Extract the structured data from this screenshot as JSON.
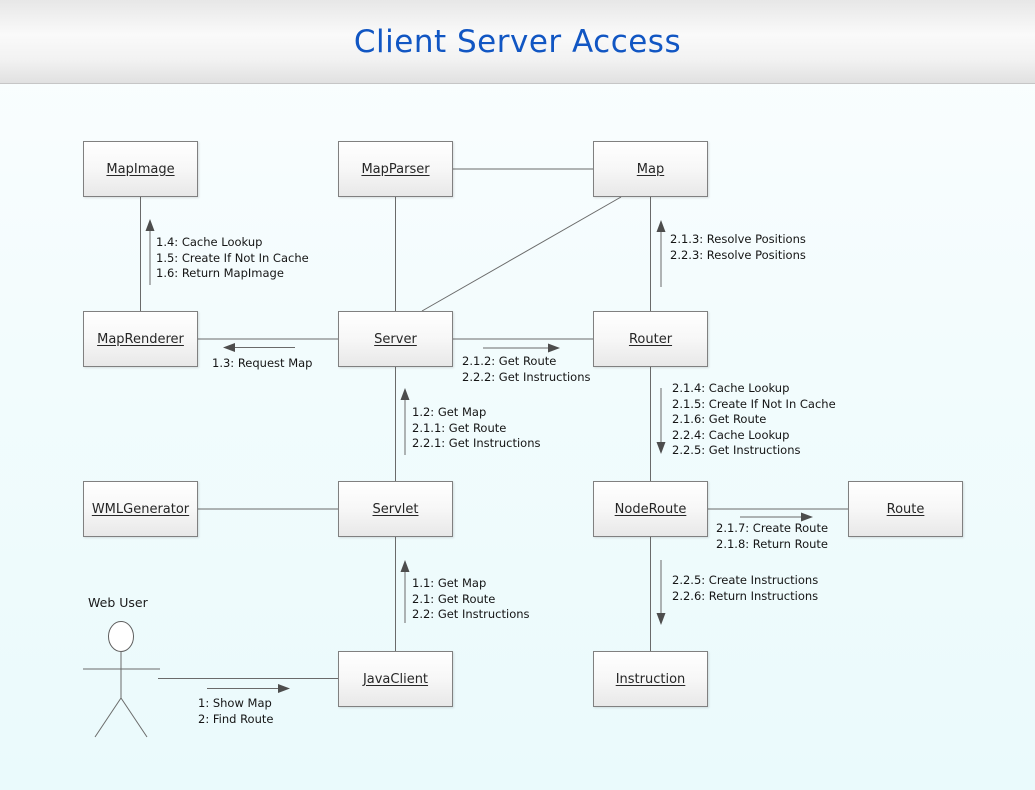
{
  "header": {
    "title": "Client Server Access"
  },
  "actor": {
    "label": "Web User"
  },
  "nodes": {
    "map_image": {
      "label": "MapImage"
    },
    "map_parser": {
      "label": "MapParser"
    },
    "map": {
      "label": "Map"
    },
    "map_renderer": {
      "label": "MapRenderer"
    },
    "server": {
      "label": "Server"
    },
    "router": {
      "label": "Router"
    },
    "wml_generator": {
      "label": "WMLGenerator"
    },
    "servlet": {
      "label": "Servlet"
    },
    "node_route": {
      "label": "NodeRoute"
    },
    "route": {
      "label": "Route"
    },
    "java_client": {
      "label": "JavaClient"
    },
    "instruction": {
      "label": "Instruction"
    }
  },
  "messages": {
    "map_image_cache": {
      "direction": "up",
      "lines": [
        "1.4: Cache Lookup",
        "1.5: Create If Not In Cache",
        "1.6: Return MapImage"
      ]
    },
    "resolve_positions": {
      "direction": "up",
      "lines": [
        "2.1.3: Resolve Positions",
        "2.2.3: Resolve Positions"
      ]
    },
    "request_map": {
      "direction": "left",
      "lines": [
        "1.3: Request Map"
      ]
    },
    "get_route": {
      "direction": "right",
      "lines": [
        "2.1.2: Get Route",
        "2.2.2: Get Instructions"
      ]
    },
    "server_requests": {
      "direction": "up",
      "lines": [
        "1.2: Get Map",
        "2.1.1: Get Route",
        "2.2.1: Get Instructions"
      ]
    },
    "router_cache": {
      "direction": "down",
      "lines": [
        "2.1.4: Cache Lookup",
        "2.1.5: Create If Not In Cache",
        "2.1.6: Get Route",
        "2.2.4: Cache Lookup",
        "2.2.5: Get Instructions"
      ]
    },
    "servlet_requests": {
      "direction": "up",
      "lines": [
        "1.1: Get Map",
        "2.1: Get Route",
        "2.2: Get Instructions"
      ]
    },
    "create_route": {
      "direction": "right",
      "lines": [
        "2.1.7: Create Route",
        "2.1.8: Return Route"
      ]
    },
    "create_instructions": {
      "direction": "down",
      "lines": [
        "2.2.5: Create Instructions",
        "2.2.6: Return Instructions"
      ]
    },
    "user_requests": {
      "direction": "right",
      "lines": [
        "1: Show Map",
        "2: Find Route"
      ]
    }
  },
  "colors": {
    "title_blue": "#1156c3",
    "box_border": "#808080",
    "connector_gray": "#6a6a6a",
    "arrowhead_gray": "#4d4d4d",
    "canvas_tint": "#eafafc"
  }
}
